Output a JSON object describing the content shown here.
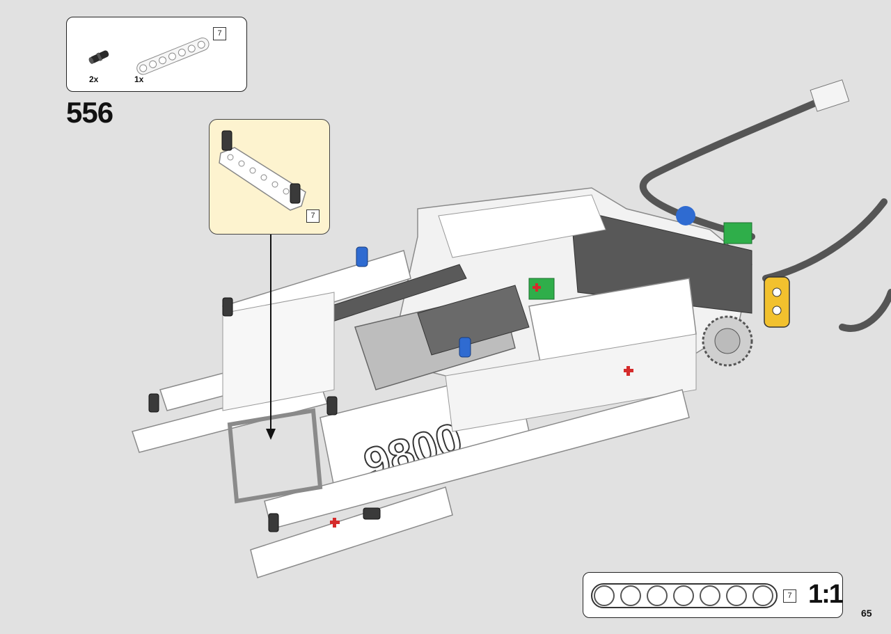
{
  "step": {
    "number": "556"
  },
  "parts_list": {
    "items": [
      {
        "qty": "2x",
        "part": "friction-pin-icon"
      },
      {
        "qty": "1x",
        "part": "liftarm-7-icon",
        "length_tag": "7"
      }
    ]
  },
  "callout": {
    "length_tag": "7"
  },
  "scale": {
    "length_tag": "7",
    "label": "1:1",
    "holes": 7
  },
  "page": {
    "number": "65"
  },
  "colors": {
    "background": "#e1e1e1",
    "callout_bg": "#fdf3cf",
    "accent_blue": "#2f6bd1",
    "accent_green": "#2fae4a",
    "accent_yellow": "#f2c12e",
    "accent_red": "#d52b2b"
  }
}
